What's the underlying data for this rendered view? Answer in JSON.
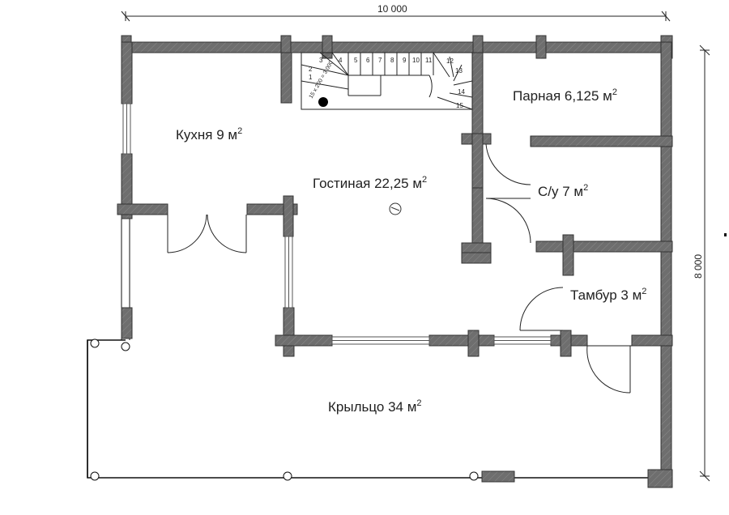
{
  "rooms": [
    {
      "id": "kitchen",
      "name": "Кухня 9 м",
      "sup": "2"
    },
    {
      "id": "living",
      "name": "Гостиная 22,25 м",
      "sup": "2"
    },
    {
      "id": "sauna",
      "name": "Парная 6,125 м",
      "sup": "2"
    },
    {
      "id": "bathroom",
      "name": "С/у 7 м",
      "sup": "2"
    },
    {
      "id": "vestibule",
      "name": "Тамбур 3 м",
      "sup": "2"
    },
    {
      "id": "porch",
      "name": "Крыльцо 34 м",
      "sup": "2"
    }
  ],
  "dimensions": {
    "width": "10 000",
    "height": "8 000"
  },
  "stairs": {
    "note": "15 x 200 = 3 000",
    "steps": [
      "1",
      "2",
      "3",
      "4",
      "5",
      "6",
      "7",
      "8",
      "9",
      "10",
      "11",
      "12",
      "13",
      "14",
      "15"
    ]
  }
}
